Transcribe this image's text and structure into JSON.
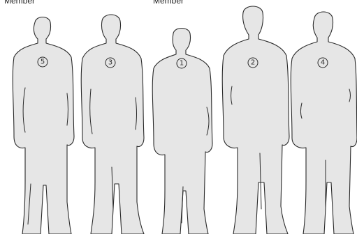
{
  "labels": {
    "left": "Member",
    "middle": "Member"
  },
  "figures": [
    {
      "name": "figure-5",
      "number": "5"
    },
    {
      "name": "figure-3",
      "number": "3"
    },
    {
      "name": "figure-1",
      "number": "1"
    },
    {
      "name": "figure-2",
      "number": "2"
    },
    {
      "name": "figure-4",
      "number": "4"
    }
  ],
  "colors": {
    "silhouette_fill": "#e6e6e6",
    "outline": "#2a2a2a",
    "background": "#ffffff"
  }
}
